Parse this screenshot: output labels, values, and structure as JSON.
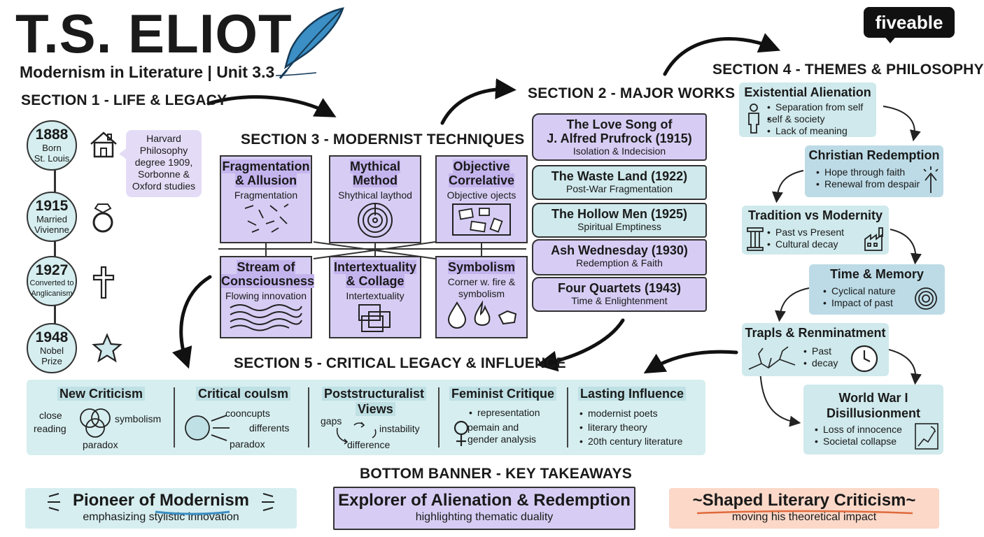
{
  "header": {
    "title": "T.S. ELIOT",
    "subtitle": "Modernism in Literature | Unit 3.3",
    "logo": "fiveable"
  },
  "section1": {
    "heading": "SECTION 1 - LIFE & LEGACY",
    "events": [
      {
        "year": "1888",
        "line1": "Born",
        "line2": "St. Louis"
      },
      {
        "year": "1915",
        "line1": "Married",
        "line2": "Vivienne"
      },
      {
        "year": "1927",
        "line1": "Converted to",
        "line2": "Anglicanism"
      },
      {
        "year": "1948",
        "line1": "Nobel",
        "line2": "Prize"
      }
    ],
    "note": [
      "Harvard",
      "Philosophy",
      "degree 1909,",
      "Sorbonne &",
      "Oxford studies"
    ]
  },
  "section2": {
    "heading": "SECTION 2 - MAJOR WORKS",
    "works": [
      {
        "title1": "The Love Song of",
        "title2": "J. Alfred Prufrock (1915)",
        "sub": "Isolation & Indecision"
      },
      {
        "title1": "The Waste Land (1922)",
        "title2": "",
        "sub": "Post-War Fragmentation"
      },
      {
        "title1": "The Hollow Men (1925)",
        "title2": "",
        "sub": "Spiritual Emptiness"
      },
      {
        "title1": "Ash Wednesday (1930)",
        "title2": "",
        "sub": "Redemption & Faith"
      },
      {
        "title1": "Four Quartets (1943)",
        "title2": "",
        "sub": "Time & Enlightenment"
      }
    ]
  },
  "section3": {
    "heading": "SECTION 3 - MODERNIST TECHNIQUES",
    "techniques": [
      {
        "t1": "Fragmentation",
        "t2": "& Allusion",
        "sub1": "Fragmentation",
        "sub2": ""
      },
      {
        "t1": "Mythical",
        "t2": "Method",
        "sub1": "Shythical laythod",
        "sub2": ""
      },
      {
        "t1": "Objective",
        "t2": "Correlative",
        "sub1": "Objective ojects",
        "sub2": ""
      },
      {
        "t1": "Stream of",
        "t2": "Consciousness",
        "sub1": "Flowing innovation",
        "sub2": ""
      },
      {
        "t1": "Intertextuality",
        "t2": "& Collage",
        "sub1": "Intertextuality",
        "sub2": ""
      },
      {
        "t1": "Symbolism",
        "t2": "",
        "sub1": "Corner w. fire &",
        "sub2": "symbolism"
      }
    ]
  },
  "section4": {
    "heading": "SECTION 4 - THEMES & PHILOSOPHY",
    "themes": [
      {
        "title": "Existential Alienation",
        "title2": "",
        "items": [
          "Separation from self",
          "self & society",
          "Lack of meaning"
        ]
      },
      {
        "title": "Christian Redemption",
        "title2": "",
        "items": [
          "Hope through faith",
          "Renewal from despair"
        ]
      },
      {
        "title": "Tradition vs Modernity",
        "title2": "",
        "items": [
          "Past vs Present",
          "Cultural decay"
        ]
      },
      {
        "title": "Time & Memory",
        "title2": "",
        "items": [
          "Cyclical nature",
          "Impact of past"
        ]
      },
      {
        "title": "Trapls & Renminatment",
        "title2": "",
        "items": [
          "Past",
          "decay"
        ]
      },
      {
        "title": "World War I",
        "title2": "Disillusionment",
        "items": [
          "Loss of innocence",
          "Societal collapse"
        ]
      }
    ]
  },
  "section5": {
    "heading": "SECTION 5 - CRITICAL LEGACY & INFLUENCE",
    "new_criticism": {
      "title": "New Criticism",
      "w1": "close",
      "w2": "reading",
      "w3": "symbolism",
      "w4": "paradox"
    },
    "critical": {
      "title": "Critical coulsm",
      "w1": "cooncupts",
      "w2": "differents",
      "w3": "paradox"
    },
    "post": {
      "title1": "Poststructuralist",
      "title2": "Views",
      "w1": "gaps",
      "w2": "instability",
      "w3": "difference"
    },
    "feminist": {
      "title": "Feminist Critique",
      "items": [
        "representation",
        "pemain and",
        "gender analysis"
      ]
    },
    "lasting": {
      "title": "Lasting Influence",
      "items": [
        "modernist poets",
        "literary theory",
        "20th century literature"
      ]
    }
  },
  "banner": {
    "heading": "BOTTOM BANNER - KEY TAKEAWAYS",
    "t1": {
      "title": "Pioneer of Modernism",
      "sub": "emphasizing stylistic innovation"
    },
    "t2": {
      "title": "Explorer of Alienation & Redemption",
      "sub": "highlighting thematic duality"
    },
    "t3": {
      "title": "~Shaped Literary Criticism~",
      "sub": "moving his theoretical impact"
    }
  },
  "colors": {
    "purple": "#d7cdf4",
    "teal": "#cfe9ec",
    "peach": "#fbd8c8",
    "ink": "#1a1a1a"
  }
}
